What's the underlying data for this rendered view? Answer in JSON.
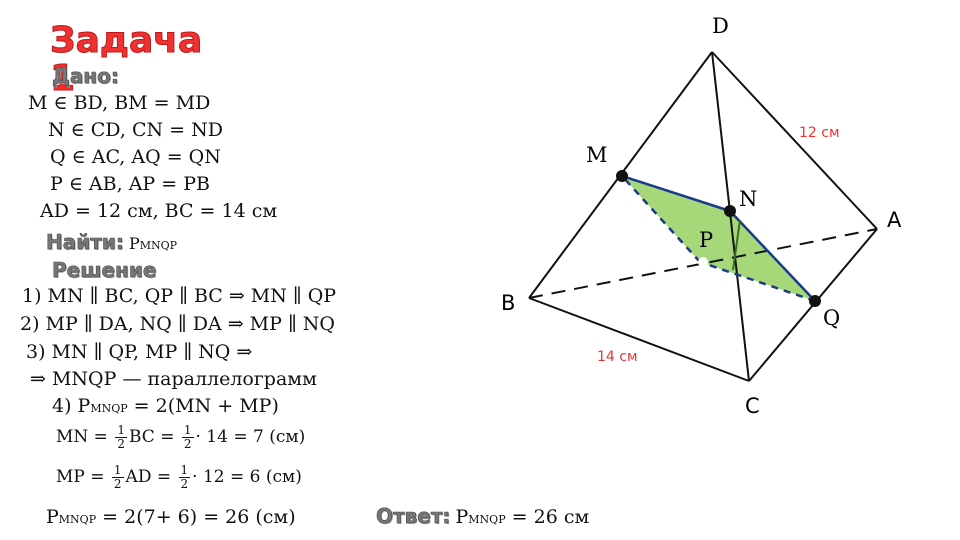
{
  "title": "Задача 1",
  "given": {
    "heading": "Дано:",
    "lines": [
      "M ∈ BD, BM = MD",
      "N ∈ CD, CN = ND",
      "Q ∈ AC, AQ = QN",
      "P ∈ AB, AP = PB",
      "AD = 12 см, BC = 14 см"
    ]
  },
  "find": {
    "heading": "Найти:",
    "p": "P",
    "sub": "MNQP"
  },
  "solution": {
    "heading": "Решение",
    "steps": [
      "1) MN ∥ BC, QP ∥ BC ⇒ MN ∥ QP",
      "2) MP ∥ DA, NQ ∥ DA ⇒ MP ∥ NQ",
      "3) MN ∥ QP, MP ∥ NQ ⇒",
      "⇒ MNQP — параллелограмм"
    ],
    "step4": {
      "prefix": "4) P",
      "sub": "MNQP",
      "rest": " = 2(MN + MP)"
    },
    "mn": {
      "left": "MN = ",
      "num": "1",
      "den": "2",
      "mid": "BC = ",
      "num2": "1",
      "den2": "2",
      "right": "· 14 = 7 (см)"
    },
    "mp": {
      "left": "MP = ",
      "num": "1",
      "den": "2",
      "mid": "AD = ",
      "num2": "1",
      "den2": "2",
      "right": "· 12 = 6 (см)"
    },
    "result": {
      "p": "P",
      "sub": "MNQP",
      "rest": " = 2(7+ 6) = 26 (см)"
    }
  },
  "answer": {
    "heading": "Ответ:",
    "p": "P",
    "sub": "MNQP",
    "rest": " = 26 см"
  },
  "diagram": {
    "labels": {
      "D": "D",
      "A": "A",
      "B": "B",
      "C": "C",
      "M": "M",
      "N": "N",
      "P": "P",
      "Q": "Q"
    },
    "edge_ad_label": "12 см",
    "edge_bc_label": "14 см",
    "fill_color": "#a6d87a",
    "edge_color": "#1a3a8a",
    "label_color": "#ee3232"
  }
}
